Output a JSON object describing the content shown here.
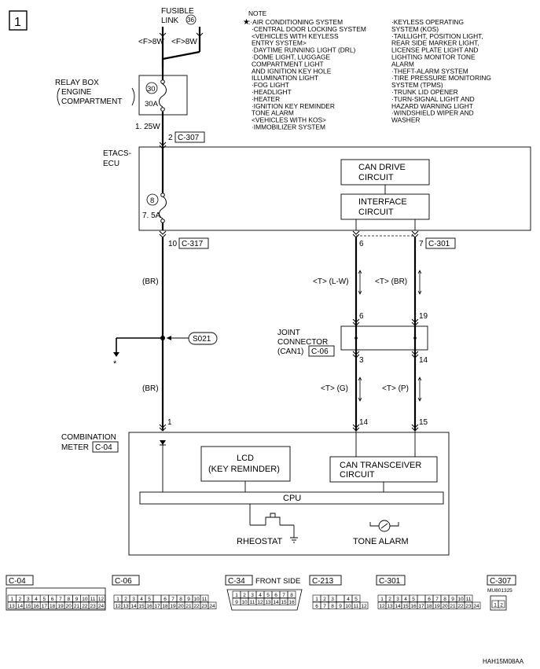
{
  "page_number": "1",
  "fusible_link": {
    "title": "FUSIBLE",
    "title2": "LINK",
    "num": "36"
  },
  "wire_labels": {
    "left_top": "<F>8W",
    "right_top": "<F>8W"
  },
  "relay_box": {
    "label_1": "RELAY BOX",
    "label_2": "ENGINE",
    "label_3": "COMPARTMENT",
    "fuse_num": "30",
    "fuse_amp": "30A"
  },
  "wire_size": "1. 25W",
  "c307_pin": "2",
  "c307": "C-307",
  "note": {
    "title": "NOTE",
    "star": "★",
    "col1": [
      ":·AIR CONDITIONING SYSTEM",
      "·CENTRAL DOOR LOCKING SYSTEM",
      "<VEHICLES WITH KEYLESS",
      "ENTRY SYSTEM>",
      "·DAYTIME RUNNING LIGHT (DRL)",
      "·DOME LIGHT, LUGGAGE",
      "COMPARTMENT LIGHT",
      "AND IGNITION KEY HOLE",
      "ILLUMINATION LIGHT",
      "·FOG LIGHT",
      "·HEADLIGHT",
      "·HEATER",
      "·IGNITION KEY REMINDER",
      "TONE ALARM",
      "<VEHICLES WITH KOS>",
      "·IMMOBILIZER SYSTEM"
    ],
    "col2": [
      "·KEYLESS OPERATING",
      "SYSTEM (KOS)",
      "·TAILLIGHT, POSITION LIGHT,",
      "REAR SIDE MARKER LIGHT,",
      "LICENSE PLATE LIGHT AND",
      "LIGHTING MONITOR TONE",
      "ALARM",
      "·THEFT-ALARM SYSTEM",
      "·TIRE PRESSURE MONITORING",
      "SYSTEM (TPMS)",
      "·TRUNK LID OPENER",
      "·TURN-SIGNAL LIGHT AND",
      "HAZARD WARNING LIGHT",
      "·WINDSHIELD WIPER AND",
      "WASHER"
    ]
  },
  "etacs": {
    "label_1": "ETACS-",
    "label_2": "ECU",
    "fuse_num": "8",
    "fuse_amp": "7. 5A"
  },
  "can_drive": {
    "line1": "CAN DRIVE",
    "line2": "CIRCUIT"
  },
  "interface": {
    "line1": "INTERFACE",
    "line2": "CIRCUIT"
  },
  "c317_pin": "10",
  "c317": "C-317",
  "c301_pin6": "6",
  "c301_pin7": "7",
  "c301": "C-301",
  "wire_br_1": "(BR)",
  "wire_t_lw": "<T> (L-W)",
  "wire_t_br": "<T> (BR)",
  "joint": {
    "label_1": "JOINT",
    "label_2": "CONNECTOR",
    "label_3": "(CAN1)",
    "conn": "C-06"
  },
  "joint_pins": {
    "top_left": "6",
    "top_right": "19",
    "bot_left": "3",
    "bot_right": "14"
  },
  "splice": "S021",
  "star": "*",
  "wire_br_2": "(BR)",
  "wire_t_g": "<T> (G)",
  "wire_t_p": "<T> (P)",
  "meter": {
    "label_1": "COMBINATION",
    "label_2": "METER",
    "conn": "C-04"
  },
  "meter_pins": {
    "p1": "1",
    "p14": "14",
    "p15": "15"
  },
  "lcd": {
    "line1": "LCD",
    "line2": "(KEY REMINDER)"
  },
  "can_trx": {
    "line1": "CAN TRANSCEIVER",
    "line2": "CIRCUIT"
  },
  "cpu": "CPU",
  "rheostat": "RHEOSTAT",
  "tone_alarm": "TONE ALARM",
  "connectors": {
    "c04": {
      "name": "C-04",
      "row1": [
        "1",
        "2",
        "3",
        "4",
        "5",
        "6",
        "7",
        "8",
        "9",
        "10",
        "11",
        "12"
      ],
      "row2": [
        "13",
        "14",
        "15",
        "16",
        "17",
        "18",
        "19",
        "20",
        "21",
        "22",
        "23",
        "24"
      ]
    },
    "c06": {
      "name": "C-06",
      "row1": [
        "1",
        "2",
        "3",
        "4",
        "5",
        "",
        "6",
        "7",
        "8",
        "9",
        "10",
        "11"
      ],
      "row2": [
        "12",
        "13",
        "14",
        "15",
        "16",
        "17",
        "18",
        "19",
        "20",
        "21",
        "22",
        "23",
        "24"
      ]
    },
    "c34": {
      "name": "C-34",
      "side": "FRONT SIDE",
      "row1": [
        "1",
        "2",
        "3",
        "4",
        "5",
        "6",
        "7",
        "8"
      ],
      "row2": [
        "9",
        "10",
        "11",
        "12",
        "13",
        "14",
        "15",
        "16"
      ]
    },
    "c213": {
      "name": "C-213",
      "row1": [
        "1",
        "2",
        "3",
        "",
        "4",
        "5"
      ],
      "row2": [
        "6",
        "7",
        "8",
        "9",
        "10",
        "11",
        "12"
      ]
    },
    "c301": {
      "name": "C-301",
      "row1": [
        "1",
        "2",
        "3",
        "4",
        "5",
        "",
        "6",
        "7",
        "8",
        "9",
        "10",
        "11"
      ],
      "row2": [
        "12",
        "13",
        "14",
        "15",
        "16",
        "17",
        "18",
        "19",
        "20",
        "21",
        "22",
        "23",
        "24"
      ]
    },
    "c307": {
      "name": "C-307",
      "part": "MU801325",
      "pins": [
        "1",
        "2"
      ]
    }
  },
  "figure_code": "HAH15M08AA"
}
